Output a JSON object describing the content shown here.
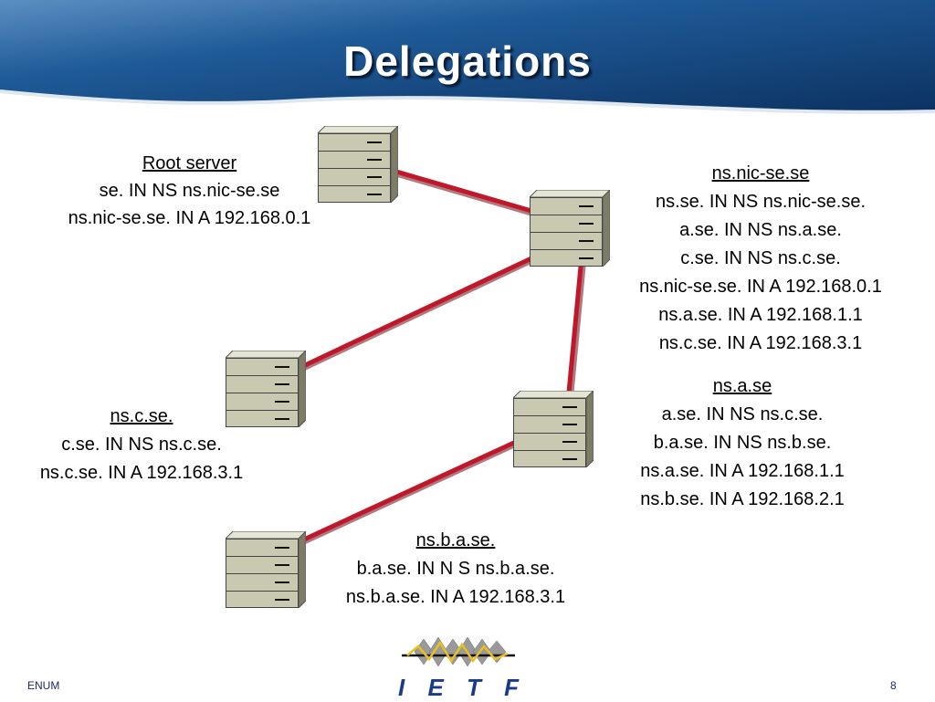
{
  "title": "Delegations",
  "nodes": [
    {
      "id": "root",
      "heading": "Root server",
      "lines": [
        "se. IN NS ns.nic-se.se",
        "ns.nic-se.se. IN A 192.168.0.1"
      ]
    },
    {
      "id": "nic",
      "heading": "ns.nic-se.se",
      "lines": [
        "ns.se. IN NS ns.nic-se.se.",
        "a.se. IN NS ns.a.se.",
        "c.se. IN NS ns.c.se.",
        "ns.nic-se.se. IN A 192.168.0.1",
        "ns.a.se. IN A 192.168.1.1",
        "ns.c.se. IN A 192.168.3.1"
      ]
    },
    {
      "id": "c",
      "heading": "ns.c.se.",
      "lines": [
        "c.se. IN NS ns.c.se.",
        "ns.c.se. IN A 192.168.3.1"
      ]
    },
    {
      "id": "a",
      "heading": "ns.a.se",
      "lines": [
        "a.se. IN NS ns.c.se.",
        "b.a.se. IN NS ns.b.se.",
        "ns.a.se. IN A 192.168.1.1",
        "ns.b.se. IN A 192.168.2.1"
      ]
    },
    {
      "id": "b",
      "heading": "ns.b.a.se.",
      "lines": [
        "b.a.se. IN N S ns.b.a.se.",
        "ns.b.a.se. IN A 192.168.3.1"
      ]
    }
  ],
  "edges": [
    {
      "from": "root",
      "to": "nic"
    },
    {
      "from": "nic",
      "to": "c"
    },
    {
      "from": "nic",
      "to": "a"
    },
    {
      "from": "a",
      "to": "b"
    }
  ],
  "footer": {
    "left": "ENUM",
    "page": "8"
  },
  "logo": {
    "letters": [
      "I",
      "E",
      "T",
      "F"
    ]
  },
  "colors": {
    "link": "#c0182b",
    "server_face": "#c8c9b0",
    "server_side": "#7d7c66",
    "banner": "#0e4a8a"
  }
}
